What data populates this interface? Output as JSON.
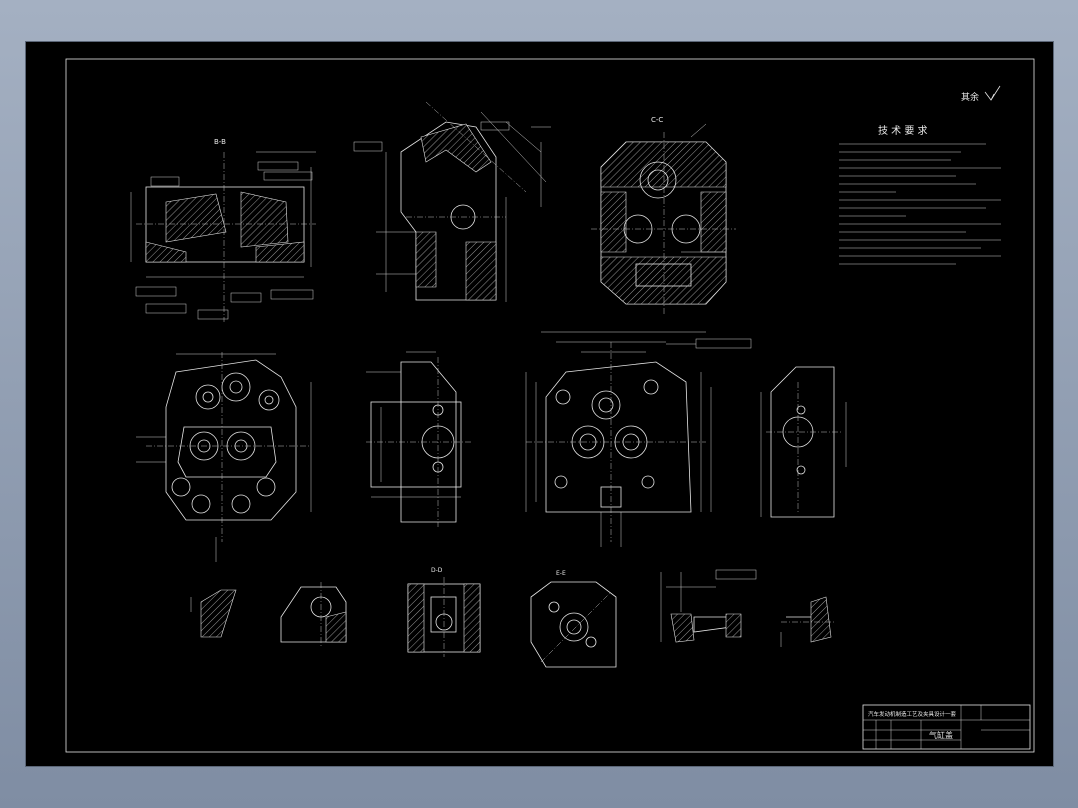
{
  "title_block": {
    "drawing_title": "汽车发动机制造工艺及夹具设计一套",
    "part_name": "气缸盖"
  },
  "notes": {
    "heading": "技 术 要 求",
    "roughness_label": "其余"
  },
  "section_labels": {
    "b_b": "B-B",
    "c_c": "C-C",
    "d_d": "D-D",
    "e_e": "E-E"
  },
  "colors": {
    "background": "#000000",
    "linework": "#e6e6e6",
    "viewport": "#8e9bb0"
  }
}
